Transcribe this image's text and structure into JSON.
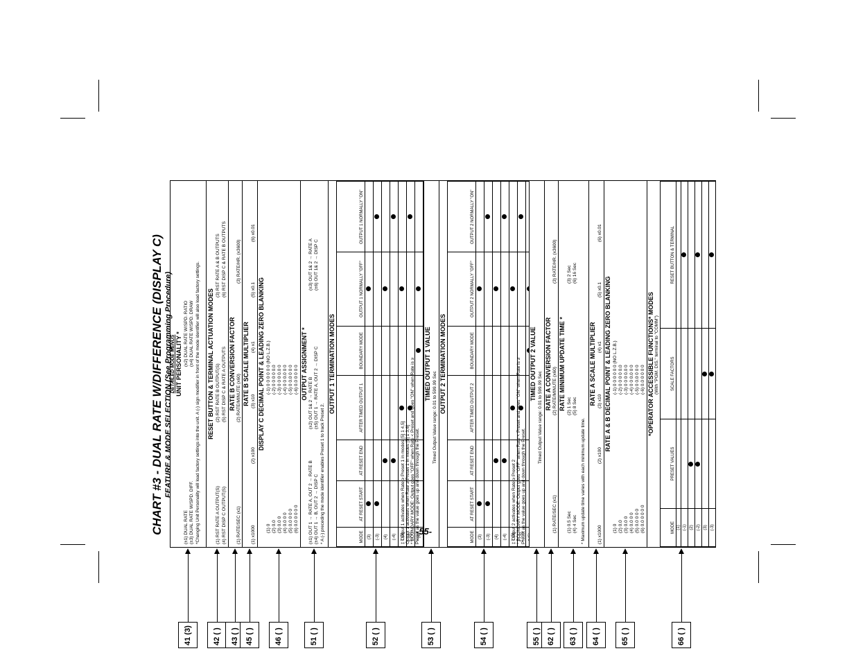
{
  "page_number": "-55-",
  "title": "CHART #3 - DUAL RATE W/DIFFERENCE (DISPLAY C)",
  "subtitle": "FEATURE & MODE SELECTION (See Programming Procedure)",
  "detailed_menus": "DETAILED MODE MENUS",
  "sections": {
    "personality": {
      "heading": "UNIT PERSONALITY *",
      "items": [
        "(±1) DUAL RATE",
        "(±2) DUAL RATE W/SPD. RATIO",
        "(±3) DUAL RATE W/SPD. DIFF.",
        "(±4) DUAL RATE W/SPD. DRAW"
      ],
      "note": "*Changing Unit Personality will load factory settings into the unit.  A (-) sign modifier in front of the mode identifier will also load factory settings."
    },
    "reset": {
      "heading": "RESET BUTTON & TERMINAL ACTUATION MODES",
      "items": [
        "(1) RST RATE A OUTPUT(S)",
        "(2) RST RATE B OUTPUT(S)",
        "(3) RST RATE A & B OUTPUTS",
        "(4) RST DISP C OUTPUT(S)",
        "(5) RST DISP C & RATE A OUTPUTS",
        "(6) RST DISP C & RATE B OUTPUTS"
      ]
    },
    "conv_b": {
      "heading": "RATE B CONVERSION FACTOR",
      "items": [
        "(1) RATE/SEC (x1)",
        "(2) RATE/MINUTE (x60)",
        "(3) RATE/HR. (x3600)"
      ]
    },
    "scale_b": {
      "heading": "RATE B SCALE MULTIPLIER",
      "items": [
        "(1) x1000",
        "(2) x100",
        "(3) x10",
        "(4) x1",
        "(5) x0.1",
        "(6) x0.01"
      ]
    },
    "dp_c": {
      "heading": "DISPLAY C DECIMAL POINT & LEADING ZERO BLANKING",
      "left": [
        "(1)               0",
        "(2)            0.0",
        "(3)          0.0 0",
        "(4)        0.0 0 0",
        "(5)      0.0 0 0 0",
        "(6)    0.0 0 0 0 0"
      ],
      "right": [
        "(-1)  0 0 0 0 0 0  (NO  L.Z.B.)",
        "(-2)  0 0 0 0 0.0",
        "(-3)  0 0 0 0.0 0",
        "(-4)  0 0 0.0 0 0",
        "(-5)  0 0.0 0 0 0",
        "(-6)  0.0 0 0 0 0"
      ]
    },
    "output_assign": {
      "heading": "OUTPUT ASSIGNMENT *",
      "items": [
        "(±1) OUT 1 → RATE A, OUT 2 → RATE B",
        "(±2) OUT 1& 2 → RATE B",
        "(±3) OUT 1& 2 → RATE A",
        "(±4) OUT 1 → B, OUT 2 → DISP C",
        "(±5) OUT 1 → RATE A, OUT 2 → DISP C",
        "(±6) OUT 1& 2 → DISP C"
      ],
      "note": "* A (-) preceding the mode identifier enables Preset 1 to track Preset 2."
    },
    "out1_term": {
      "heading": "OUTPUT 1 TERMINATION MODES",
      "columns": [
        "MODE",
        "AT RESET START",
        "AT RESET END",
        "AFTER TIMED OUTPUT 1",
        "BOUNDARY MODE",
        "OUTPUT 1 NORMALLY \"OFF\"",
        "OUTPUT 1 NORMALLY \"ON\""
      ],
      "rows": [
        {
          "mode": "(3)",
          "dots": [
            1,
            0,
            0,
            0,
            1,
            0
          ]
        },
        {
          "mode": "(-3)",
          "dots": [
            1,
            0,
            0,
            0,
            0,
            1
          ]
        },
        {
          "mode": "(4)",
          "dots": [
            0,
            1,
            0,
            0,
            1,
            0
          ]
        },
        {
          "mode": "(-4)",
          "dots": [
            0,
            1,
            0,
            0,
            0,
            1
          ]
        },
        {
          "mode": "‡ (5)",
          "dots": [
            0,
            0,
            1,
            0,
            1,
            0
          ]
        },
        {
          "mode": "‡ (-5)",
          "dots": [
            0,
            0,
            1,
            0,
            0,
            1
          ]
        },
        {
          "mode": "* (6)",
          "dots": [
            0,
            0,
            0,
            1,
            1,
            0
          ]
        },
        {
          "mode": "* (-6)",
          "dots": [
            0,
            0,
            0,
            1,
            0,
            1
          ]
        }
      ],
      "notes": [
        "‡ Output 1 activates when Rate ≥ Preset 1 in modes [5] 1 4,5]",
        "Output 1 activates when Rate ≥ Preset 1 in modes [5] 1 3,6]",
        "* BOUNDARY MODE: Output goes \"OFF\" when Rate < Preset and goes \"ON\" when Rate is ≥",
        "Preset as the value goes up and down through the Preset."
      ]
    },
    "timed1": {
      "heading": "TIMED OUTPUT 1 VALUE",
      "note": "Timed Output Value range: 0.01 to 599.99 Sec"
    },
    "out2_term": {
      "heading": "OUTPUT 2 TERMINATION MODES",
      "columns": [
        "MODE",
        "AT RESET START",
        "AT RESET END",
        "AFTER TIMED OUTPUT 2",
        "BOUNDARY MODE",
        "OUTPUT 2 NORMALLY \"OFF\"",
        "OUTPUT 2 NORMALLY \"ON\""
      ],
      "rows": [
        {
          "mode": "(3)",
          "dots": [
            1,
            0,
            0,
            0,
            1,
            0
          ]
        },
        {
          "mode": "(-3)",
          "dots": [
            1,
            0,
            0,
            0,
            0,
            1
          ]
        },
        {
          "mode": "(4)",
          "dots": [
            0,
            1,
            0,
            0,
            1,
            0
          ]
        },
        {
          "mode": "(-4)",
          "dots": [
            0,
            1,
            0,
            0,
            0,
            1
          ]
        },
        {
          "mode": "‡ (5)",
          "dots": [
            0,
            0,
            1,
            0,
            1,
            0
          ]
        },
        {
          "mode": "‡ (-5)",
          "dots": [
            0,
            0,
            1,
            0,
            0,
            1
          ]
        },
        {
          "mode": "* (6)",
          "dots": [
            0,
            0,
            0,
            1,
            1,
            0
          ]
        },
        {
          "mode": "* (-6)",
          "dots": [
            0,
            0,
            0,
            1,
            0,
            1
          ]
        }
      ],
      "notes": [
        "‡ Output 2 activates when Rate ≥ Preset 2",
        "* BOUNDARY MODE: Output goes \"OFF\" when Rate < Preset and goes \"ON\" when Rate is ≥",
        "Preset as the value goes up and down through the Preset."
      ]
    },
    "timed2": {
      "heading": "TIMED OUTPUT 2 VALUE",
      "note": "Timed Output Value range: 0.01 to 599.99 Sec"
    },
    "conv_a": {
      "heading": "RATE A CONVERSION FACTOR",
      "items": [
        "(1) RATE/SEC (x1)",
        "(2) RATE/MINUTE (x60)",
        "(3) RATE/HR. (x3600)"
      ]
    },
    "update": {
      "heading": "RATE MINIMUM UPDATE TIME *",
      "items": [
        "(1)  0.5 Sec",
        "(2)  1 Sec",
        "(3)  2 Sec",
        "(4)  4 Sec",
        "(5)  8 Sec",
        "(6)  16 Sec"
      ],
      "note": "* Maximum update time varies with each minimum update time."
    },
    "scale_a": {
      "heading": "RATE A SCALE MULTIPLIER",
      "items": [
        "(1) x1000",
        "(2) x100",
        "(3) x10",
        "(4) x1",
        "(5) x0.1",
        "(6) x0.01"
      ]
    },
    "dp_ab": {
      "heading": "RATE A & B DECIMAL POINT & LEADING ZERO BLANKING",
      "left": [
        "(1)               0",
        "(2)            0.0",
        "(3)          0.0 0",
        "(4)        0.0 0 0",
        "(5)      0.0 0 0 0",
        "(6)    0.0 0 0 0 0"
      ],
      "right": [
        "(-1)  0 0 0 0 0 0  (NO  L.Z.B.)",
        "(-2)  0 0 0 0 0.0",
        "(-3)  0 0 0 0.0 0",
        "(-4)  0 0 0.0 0 0",
        "(-5)  0 0.0 0 0 0",
        "(-6)  0.0 0 0 0 0"
      ]
    },
    "operator": {
      "heading": "*OPERATOR ACCESSIBLE FUNCTIONS* MODES",
      "subheading": "(With \"PGM. DIS.\" terminal to \"COMM\")",
      "columns": [
        "MODE",
        "PRESET VALUES",
        "SCALE FACTORS",
        "RESET BUTTON & TERMINAL"
      ],
      "rows": [
        {
          "mode": "(1)",
          "dots": [
            0,
            0,
            0
          ]
        },
        {
          "mode": "(-1)",
          "dots": [
            0,
            0,
            1
          ]
        },
        {
          "mode": "(2)",
          "dots": [
            1,
            0,
            0
          ]
        },
        {
          "mode": "(-2)",
          "dots": [
            1,
            0,
            1
          ]
        },
        {
          "mode": "(3)",
          "dots": [
            0,
            1,
            0
          ]
        },
        {
          "mode": "(-3)",
          "dots": [
            0,
            1,
            1
          ]
        },
        {
          "mode": "(4)",
          "dots": [
            1,
            1,
            0
          ]
        },
        {
          "mode": "(-4)",
          "dots": [
            1,
            1,
            1
          ]
        }
      ]
    }
  },
  "codes": [
    {
      "code": "41",
      "value": "3"
    },
    {
      "code": "42",
      "value": " "
    },
    {
      "code": "43",
      "value": " "
    },
    {
      "code": "45",
      "value": " "
    },
    {
      "code": "46",
      "value": " "
    },
    {
      "code": "51",
      "value": " "
    },
    {
      "code": "52",
      "value": " "
    },
    {
      "code": "53",
      "value": " "
    },
    {
      "code": "54",
      "value": " "
    },
    {
      "code": "55",
      "value": " "
    },
    {
      "code": "62",
      "value": " "
    },
    {
      "code": "63",
      "value": " "
    },
    {
      "code": "64",
      "value": " "
    },
    {
      "code": "65",
      "value": " "
    },
    {
      "code": "66",
      "value": " "
    }
  ]
}
